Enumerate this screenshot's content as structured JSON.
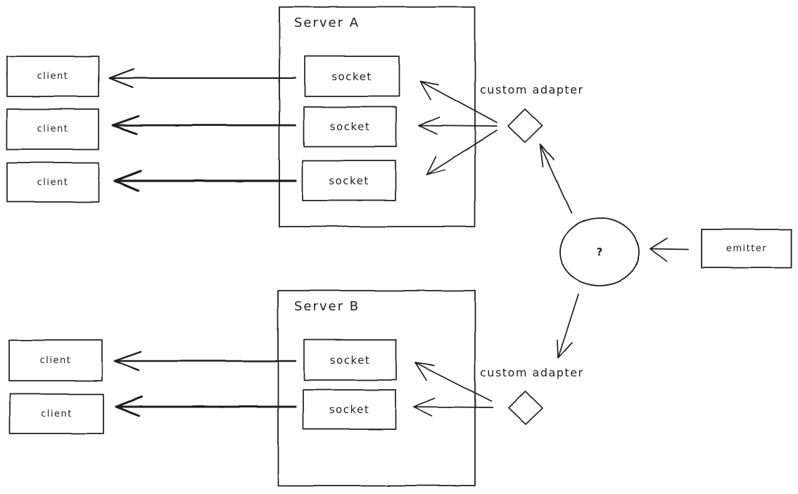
{
  "colors": {
    "stroke": "#1e1e1e",
    "background": "#ffffff"
  },
  "server_a": {
    "title": "Server A",
    "sockets": [
      {
        "label": "socket"
      },
      {
        "label": "socket"
      },
      {
        "label": "socket"
      }
    ]
  },
  "server_b": {
    "title": "Server B",
    "sockets": [
      {
        "label": "socket"
      },
      {
        "label": "socket"
      }
    ]
  },
  "server_a_clients": [
    {
      "label": "client"
    },
    {
      "label": "client"
    },
    {
      "label": "client"
    }
  ],
  "server_b_clients": [
    {
      "label": "client"
    },
    {
      "label": "client"
    }
  ],
  "adapter_a": {
    "label": "custom adapter"
  },
  "adapter_b": {
    "label": "custom adapter"
  },
  "hub": {
    "label": "?"
  },
  "emitter": {
    "label": "emitter"
  }
}
